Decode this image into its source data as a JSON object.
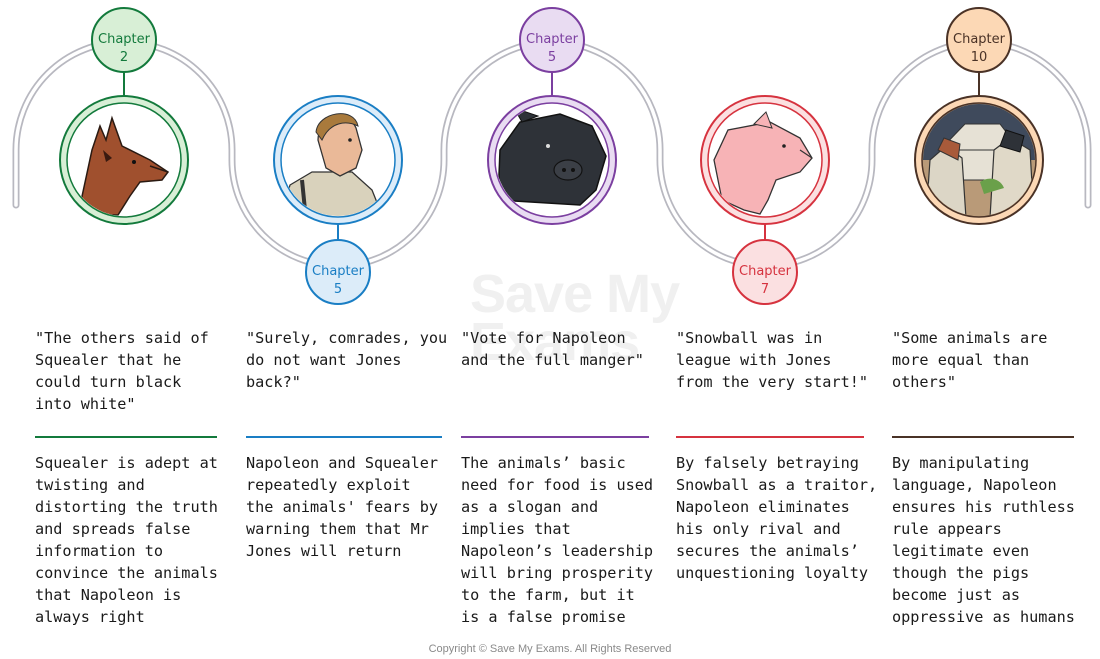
{
  "colors": {
    "green": "#137a3c",
    "green_fill": "#d8efd6",
    "blue": "#1a7ec4",
    "blue_fill": "#dcecf9",
    "purple": "#7b3fa0",
    "purple_fill": "#e9dcf2",
    "red": "#d6333f",
    "red_fill": "#fbe0e1",
    "brown": "#4a3226",
    "brown_fill": "#fcd8b5",
    "track": "#b8b8c0"
  },
  "watermark": {
    "line1": "Save My",
    "line2": "Exams"
  },
  "copyright": "Copyright © Save My Exams. All Rights Reserved",
  "items": [
    {
      "chapter_word": "Chapter",
      "chapter_num": "2",
      "icon": "squealer-pig-head",
      "quote": "\"The others said of Squealer that he could turn black into white\"",
      "analysis": "Squealer is adept at twisting and distorting the truth and spreads false information to convince the animals that Napoleon is always right"
    },
    {
      "chapter_word": "Chapter",
      "chapter_num": "5",
      "icon": "young-man-portrait",
      "quote": "\"Surely, comrades, you do not want Jones back?\"",
      "analysis": "Napoleon and Squealer repeatedly exploit the animals' fears by warning them that Mr Jones will return"
    },
    {
      "chapter_word": "Chapter",
      "chapter_num": "5",
      "icon": "black-boar-head",
      "quote": "\"Vote for Napoleon and the full manger\"",
      "analysis": "The animals’ basic need for food is used as a slogan and implies that Napoleon’s leadership will bring prosperity to the farm, but it is a false promise"
    },
    {
      "chapter_word": "Chapter",
      "chapter_num": "7",
      "icon": "pink-pig-head",
      "quote": "\"Snowball was in league with Jones from the very start!\"",
      "analysis": "By falsely betraying Snowball as a traitor, Napoleon eliminates his only rival and secures the animals’ unquestioning loyalty"
    },
    {
      "chapter_word": "Chapter",
      "chapter_num": "10",
      "icon": "pigs-in-clothes-farmhouse",
      "quote": "\"Some animals are more equal than others\"",
      "analysis": "By manipulating language, Napoleon ensures his ruthless rule appears legitimate even though the pigs become just as oppressive as humans"
    }
  ]
}
